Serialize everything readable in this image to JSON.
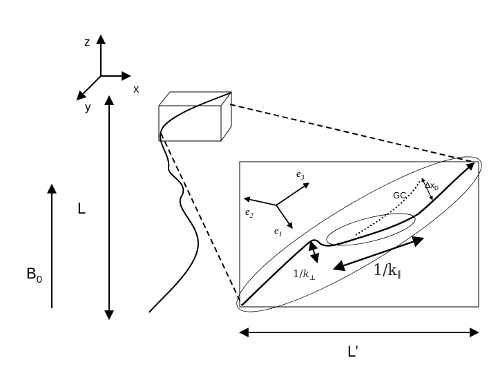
{
  "axes_triad": {
    "z": "z",
    "x": "x",
    "y": "y"
  },
  "field": {
    "label": "B",
    "subscript": "0"
  },
  "length_L": "L",
  "length_L_prime": "L’",
  "basis": {
    "e1": {
      "base": "e",
      "sub": "1"
    },
    "e2": {
      "base": "e",
      "sub": "2"
    },
    "e3": {
      "base": "e",
      "sub": "3"
    }
  },
  "guiding_center": "GC",
  "drift": {
    "base": "Δx",
    "sub": "D"
  },
  "k_perp": {
    "prefix": "1/",
    "base": "k",
    "sub": "⊥"
  },
  "k_par": {
    "prefix": "1/",
    "base": "k",
    "sub": "∥"
  }
}
